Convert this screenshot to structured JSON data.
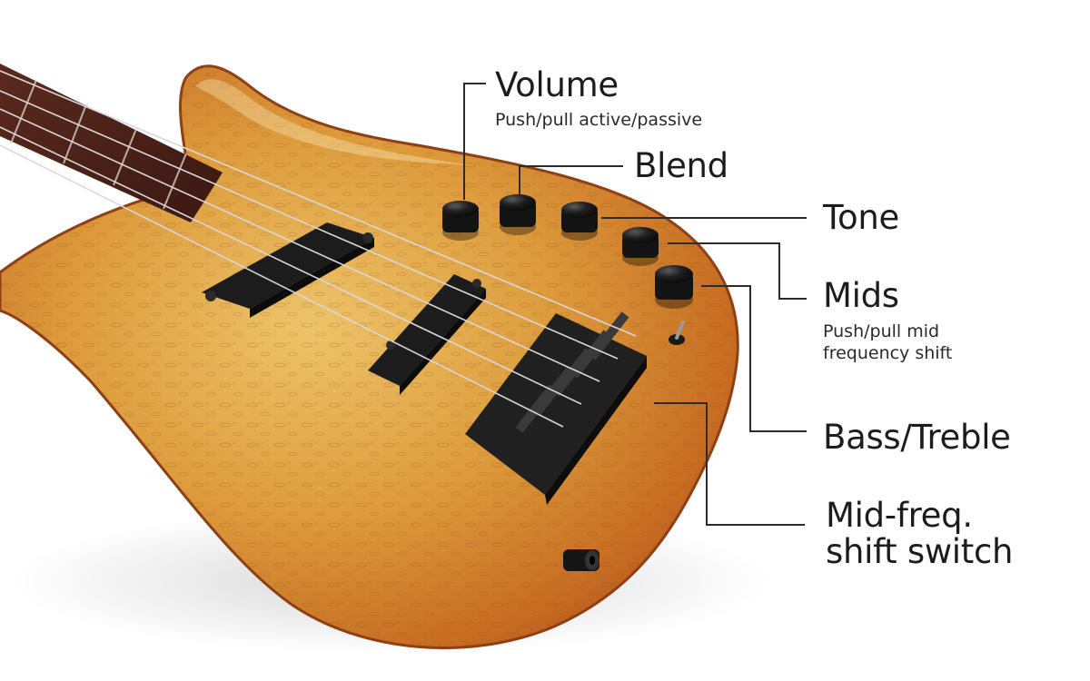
{
  "labels": {
    "volume": {
      "title": "Volume",
      "subtitle": "Push/pull active/passive"
    },
    "blend": {
      "title": "Blend"
    },
    "tone": {
      "title": "Tone"
    },
    "mids": {
      "title": "Mids",
      "subtitle": "Push/pull mid frequency shift"
    },
    "bass_treble": {
      "title": "Bass/Treble"
    },
    "mid_switch": {
      "title": "Mid-freq. shift switch"
    }
  },
  "colors": {
    "text": "#1c1c1c",
    "leader_line": "#2b2b2b",
    "body_light": "#e0a640",
    "body_dark": "#b4561c",
    "hardware": "#1e1e1e",
    "fretboard": "#4a2018"
  }
}
